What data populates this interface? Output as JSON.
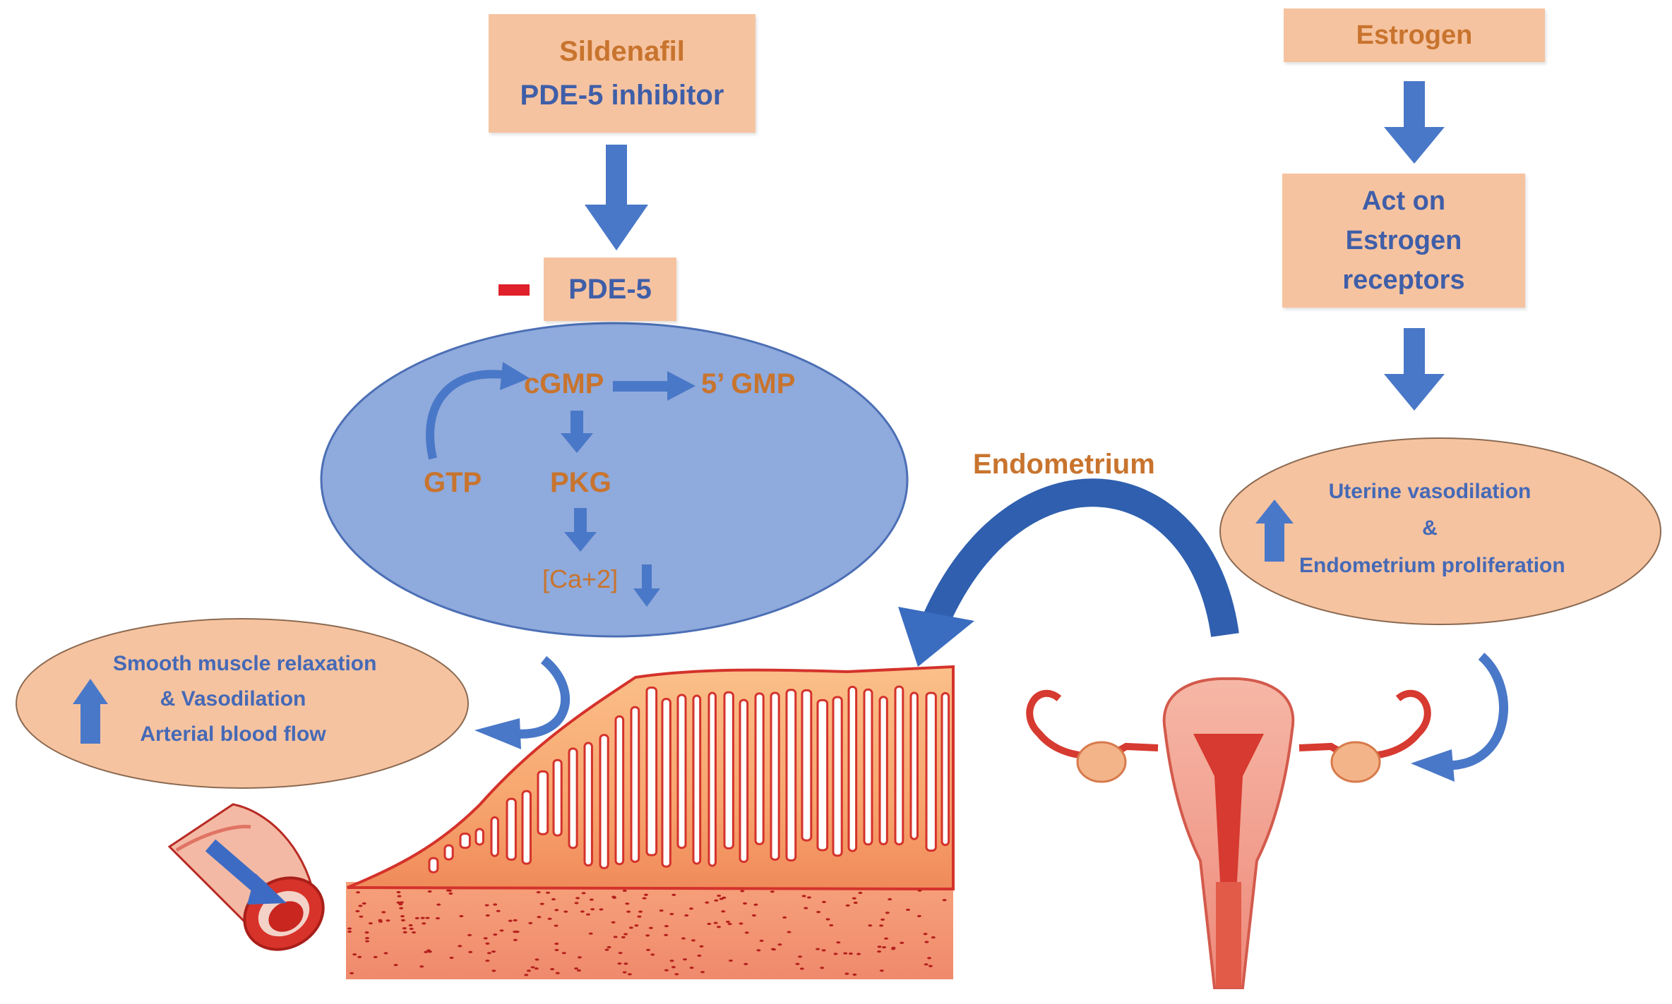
{
  "sildenafil_box": {
    "line1": "Sildenafil",
    "line2": "PDE-5 inhibitor"
  },
  "pde5_box": {
    "label": "PDE-5",
    "inhibit_sign": "-"
  },
  "pathway": {
    "cgmp": "cGMP",
    "gmp5": "5’ GMP",
    "gtp": "GTP",
    "pkg": "PKG",
    "calcium": "[Ca+2]"
  },
  "smooth_muscle": {
    "line1": "Smooth muscle relaxation",
    "line2": "& Vasodilation",
    "line3": "Arterial blood flow"
  },
  "endometrium_label": "Endometrium",
  "estrogen_box": {
    "label": "Estrogen"
  },
  "receptors_box": {
    "line1": "Act on",
    "line2": "Estrogen",
    "line3": "receptors"
  },
  "uterine_effect": {
    "line1": "Uterine vasodilation",
    "line2": "&",
    "line3": "Endometrium proliferation"
  },
  "colors": {
    "box_fill": "#f6c3a0",
    "arrow_blue": "#4a78c8",
    "ellipse_blue": "#8faadc",
    "text_orange": "#c8742e",
    "text_blue": "#3f5ea8",
    "inhibit_red": "#e0202a"
  }
}
